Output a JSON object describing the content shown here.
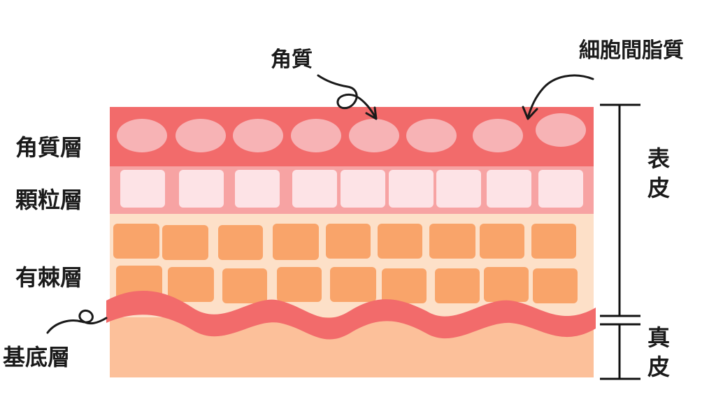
{
  "labels": {
    "kakushitsu_so": "角質層",
    "karyu_so": "顆粒層",
    "yuushi_so": "有棘層",
    "kitei_so": "基底層",
    "kakushitsu": "角質",
    "saibokan_shishitsu": "細胞間脂質",
    "hyohi_1": "表",
    "hyohi_2": "皮",
    "shinpi_1": "真",
    "shinpi_2": "皮"
  },
  "colors": {
    "stratum_corneum": "#f26b6b",
    "corneocyte": "#f7b3b5",
    "granular_layer": "#f7a3a3",
    "granular_cell": "#fde3e6",
    "spinous_layer": "#fde0c8",
    "spinous_cell": "#f9a46a",
    "basal_wave": "#f26b6b",
    "dermis": "#fcc09a",
    "text": "#1a1a1a"
  }
}
